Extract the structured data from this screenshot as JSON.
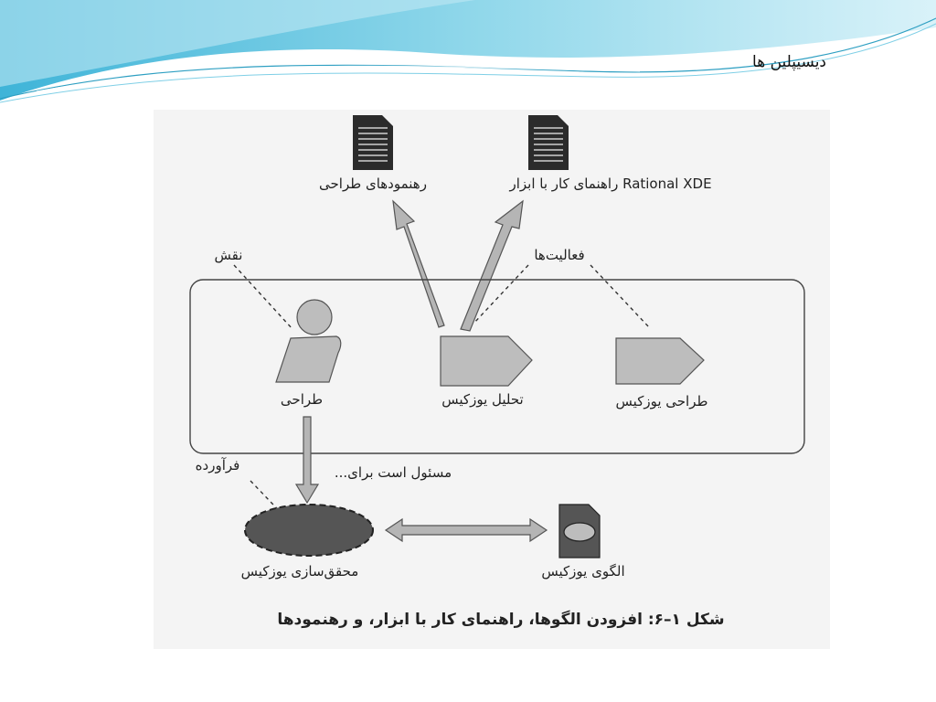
{
  "slide": {
    "title": "دیسیپلین ها",
    "accent_colors": [
      "#5bc0de",
      "#a8e0ef",
      "#2e9fc2"
    ]
  },
  "diagram": {
    "documents": [
      {
        "label": "رهنمودهای طراحی",
        "icon": "document-icon"
      },
      {
        "label": "راهنمای کار با ابزار Rational XDE",
        "icon": "document-icon"
      }
    ],
    "annotations": {
      "role": "نقش",
      "activities": "فعالیت‌ها",
      "artifact": "فرآورده",
      "responsible_for": "مسئول است برای..."
    },
    "role_worker": {
      "label": "طراحی",
      "icon": "worker-icon"
    },
    "activity_nodes": [
      {
        "label": "تحلیل یوزکیس",
        "icon": "activity-pentagon-icon"
      },
      {
        "label": "طراحی یوزکیس",
        "icon": "activity-pentagon-icon"
      }
    ],
    "artifact_node": {
      "label": "محقق‌سازی یوزکیس",
      "icon": "artifact-ellipse-icon"
    },
    "pattern_node": {
      "label": "الگوی یوزکیس",
      "icon": "pattern-document-icon"
    },
    "caption": "شکل ۱–۶: افزودن الگوها، راهنمای کار با ابزار، و رهنمودها"
  }
}
